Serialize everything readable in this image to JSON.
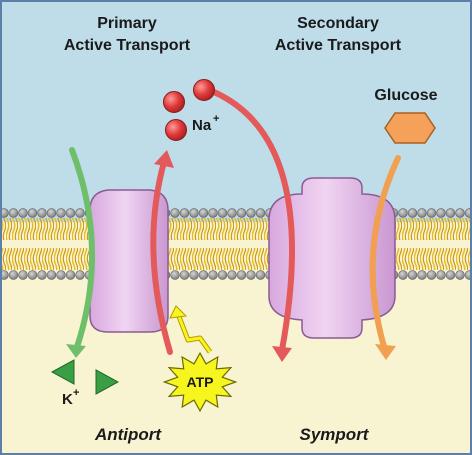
{
  "titles": {
    "primary_line1": "Primary",
    "primary_line2": "Active Transport",
    "secondary_line1": "Secondary",
    "secondary_line2": "Active Transport"
  },
  "labels": {
    "sodium": "Na",
    "sodium_charge": "+",
    "glucose": "Glucose",
    "potassium": "K",
    "potassium_charge": "+",
    "atp": "ATP",
    "antiport": "Antiport",
    "symport": "Symport"
  },
  "colors": {
    "extracellular": "#bfdde9",
    "cytoplasm": "#f8f4d2",
    "lipid_head": "#8e8e8e",
    "lipid_tail": "#e7b92a",
    "protein": "#e2bde6",
    "sodium_arrow": "#e45a5a",
    "potassium_arrow": "#6fbf6a",
    "glucose_arrow": "#f0a050",
    "glucose_fill": "#f6a15a",
    "atp_burst": "#f7f51e",
    "potassium_ion": "#3a9e45",
    "sodium_ion": "#e03a3a"
  }
}
